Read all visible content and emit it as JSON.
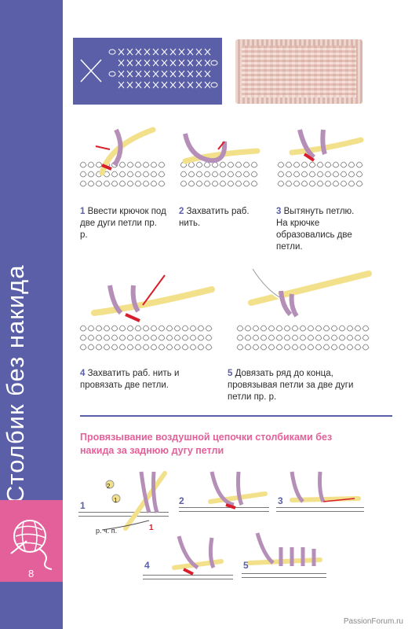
{
  "sidebar": {
    "title": "Столбик без накида",
    "page_number": "8"
  },
  "steps": [
    {
      "num": "1",
      "text": "Ввести крючок под две дуги петли пр. р."
    },
    {
      "num": "2",
      "text": "Захватить раб. нить."
    },
    {
      "num": "3",
      "text": "Вытянуть петлю. На крючке образовались две петли."
    },
    {
      "num": "4",
      "text": "Захватить раб. нить и провязать две петли."
    },
    {
      "num": "5",
      "text": "Довязать ряд до конца, провязывая петли за две дуги петли пр. р."
    }
  ],
  "section": {
    "title": "Провязывание воздушной цепочки столбиками без накида за заднюю дугу петли"
  },
  "bottom_diagram": {
    "labels": [
      "1",
      "2",
      "3",
      "4",
      "5"
    ],
    "chain_label": "р. ч. п.",
    "arrow_markers": [
      "1",
      "2"
    ],
    "red_marker": "1"
  },
  "watermark": "PassionForum.ru",
  "colors": {
    "sidebar": "#5a5fa8",
    "accent_pink": "#e4609a",
    "hook": "#f3e08a",
    "yarn": "#b58fb8",
    "red": "#d81e2a"
  }
}
